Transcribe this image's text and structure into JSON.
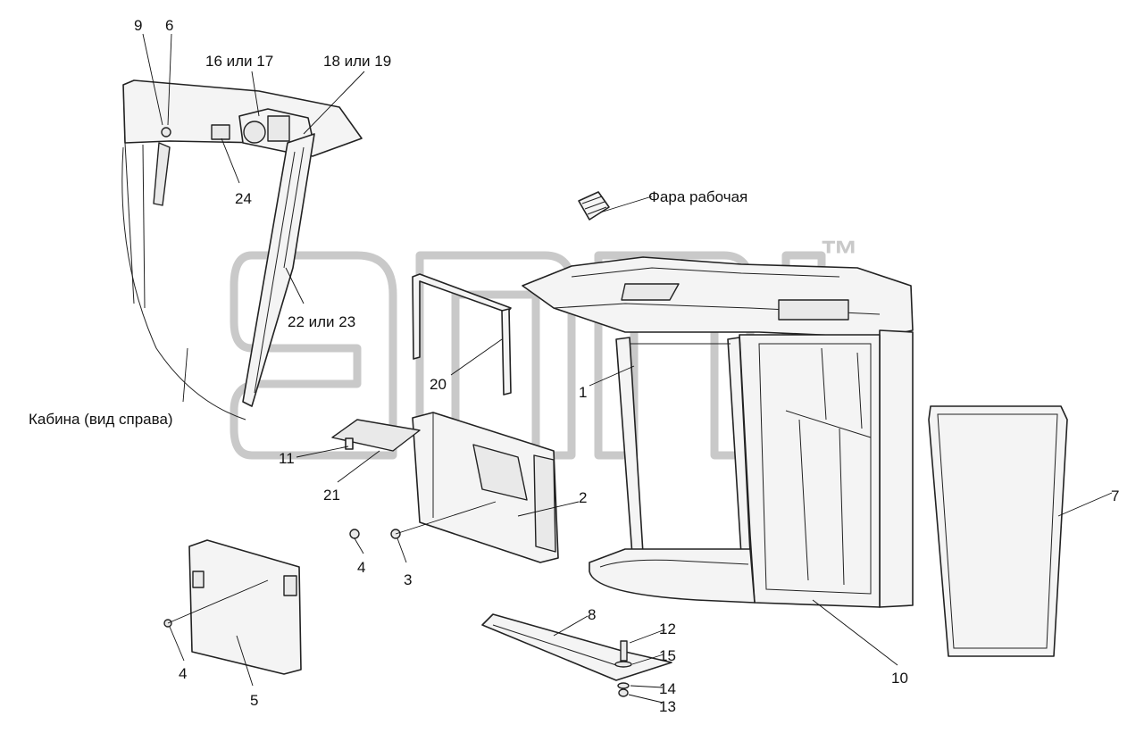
{
  "labels": {
    "l9": "9",
    "l6": "6",
    "l16": "16 или 17",
    "l18": "18 или 19",
    "l24": "24",
    "lFara": "Фара рабочая",
    "l22": "22 или 23",
    "l20": "20",
    "l1": "1",
    "lCab": "Кабина (вид справа)",
    "l11": "11",
    "l21": "21",
    "l2": "2",
    "l7": "7",
    "l4a": "4",
    "l3": "3",
    "l4b": "4",
    "l5": "5",
    "l8": "8",
    "l12": "12",
    "l15": "15",
    "l14": "14",
    "l13": "13",
    "l10": "10"
  },
  "watermark": {
    "trademark": "™"
  }
}
